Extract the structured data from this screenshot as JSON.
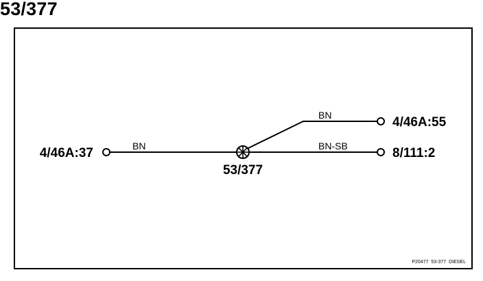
{
  "title": "53/377",
  "splice": {
    "label": "53/377"
  },
  "terminals": {
    "left": "4/46A:37",
    "upper_right": "4/46A:55",
    "lower_right": "8/111:2"
  },
  "wires": {
    "left": "BN",
    "upper": "BN",
    "lower": "BN-SB"
  },
  "footer": {
    "reference": "P20477  53-377  DIESEL"
  }
}
